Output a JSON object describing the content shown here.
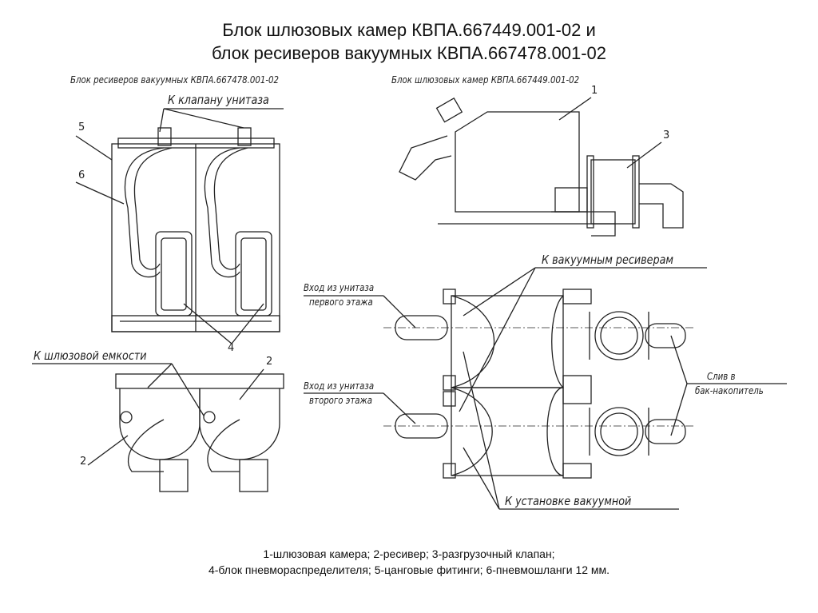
{
  "title": {
    "line1": "Блок шлюзовых камер КВПА.667449.001-02 и",
    "line2": "блок ресиверов вакуумных КВПА.667478.001-02"
  },
  "drawing": {
    "left_header": "Блок ресиверов вакуумных КВПА.667478.001-02",
    "right_header": "Блок шлюзовых камер КВПА.667449.001-02",
    "labels": {
      "to_toilet_valve": "К клапану унитаза",
      "to_lock_tank": "К шлюзовой емкости",
      "to_vacuum_receivers": "К вакуумным ресиверам",
      "input_first_floor_1": "Вход из унитаза",
      "input_first_floor_2": "первого этажа",
      "input_second_floor_1": "Вход из унитаза",
      "input_second_floor_2": "второго этажа",
      "drain_1": "Слив в",
      "drain_2": "бак-накопитель",
      "to_vacuum_unit": "К установке вакуумной"
    },
    "callouts": {
      "n5": "5",
      "n6": "6",
      "n4": "4",
      "n2a": "2",
      "n2b": "2",
      "n1": "1",
      "n3": "3"
    }
  },
  "caption": {
    "line1": "1-шлюзовая камера; 2-ресивер; 3-разгрузочный клапан;",
    "line2": "4-блок пневмораспределителя; 5-цанговые фитинги; 6-пневмошланги 12 мм."
  }
}
